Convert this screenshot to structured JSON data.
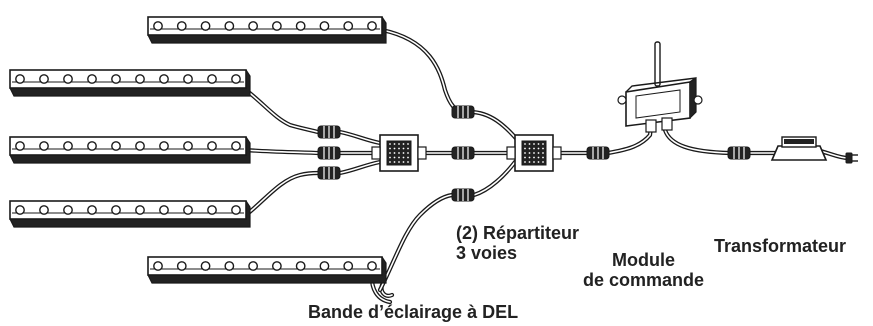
{
  "labels": {
    "splitter_line1": "(2) Répartiteur",
    "splitter_line2": "3 voies",
    "module_line1": "Module",
    "module_line2": "de commande",
    "transformer": "Transformateur",
    "led_strip": "Bande d’éclairage à DEL"
  },
  "colors": {
    "stroke": "#1a1a1a",
    "fill": "#ffffff",
    "dark": "#222222"
  },
  "icons": {
    "led_bar": "led-bar-icon",
    "connector": "connector-icon",
    "splitter": "splitter-icon",
    "module": "control-module-icon",
    "transformer": "transformer-icon",
    "plug": "plug-icon"
  }
}
